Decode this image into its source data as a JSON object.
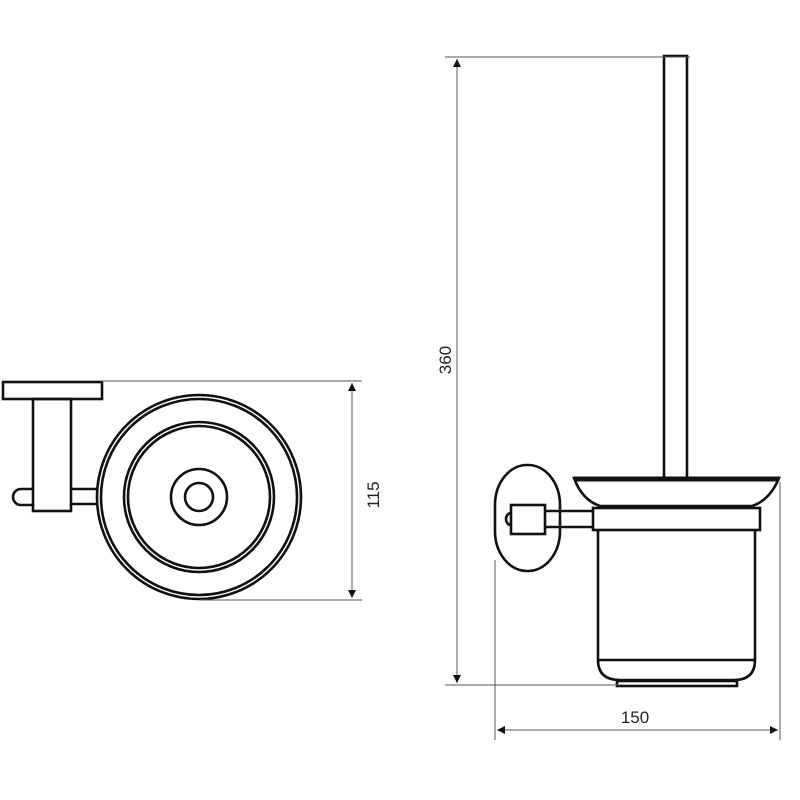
{
  "dimensions": {
    "diameter_label": "115",
    "height_label": "360",
    "width_label": "150"
  },
  "colors": {
    "line": "#111111",
    "background": "#ffffff"
  }
}
